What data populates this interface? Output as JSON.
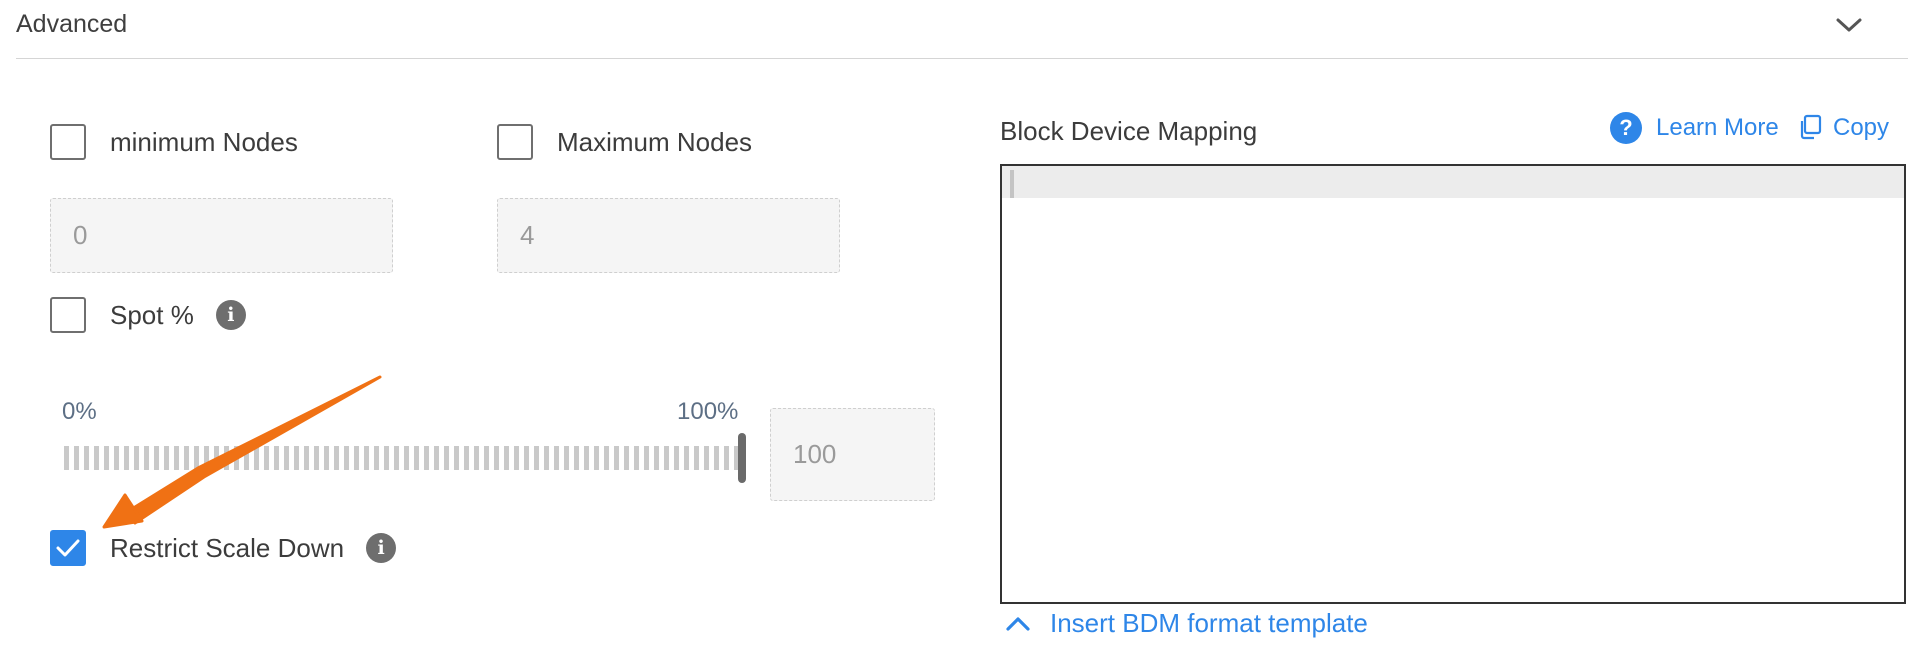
{
  "section": {
    "title": "Advanced"
  },
  "min_nodes": {
    "label": "minimum Nodes",
    "checked": false,
    "value": "0"
  },
  "max_nodes": {
    "label": "Maximum Nodes",
    "checked": false,
    "value": "4"
  },
  "spot": {
    "label": "Spot %",
    "checked": false,
    "slider_min_label": "0%",
    "slider_max_label": "100%",
    "slider_value": 100,
    "value": "100"
  },
  "restrict_scale_down": {
    "label": "Restrict Scale Down",
    "checked": true
  },
  "bdm": {
    "title": "Block Device Mapping",
    "learn_more": "Learn More",
    "copy": "Copy",
    "editor_value": "",
    "insert_template": "Insert BDM format template"
  },
  "icons": {
    "collapse": "chevron-down-icon",
    "info": "info-icon",
    "help": "help-icon",
    "copy": "copy-icon",
    "check": "check-icon",
    "expand": "chevron-up-icon",
    "annotation": "arrow-annotation"
  },
  "colors": {
    "accent": "#2e86e8",
    "annotation": "#f07114",
    "text": "#3c3c3c"
  }
}
